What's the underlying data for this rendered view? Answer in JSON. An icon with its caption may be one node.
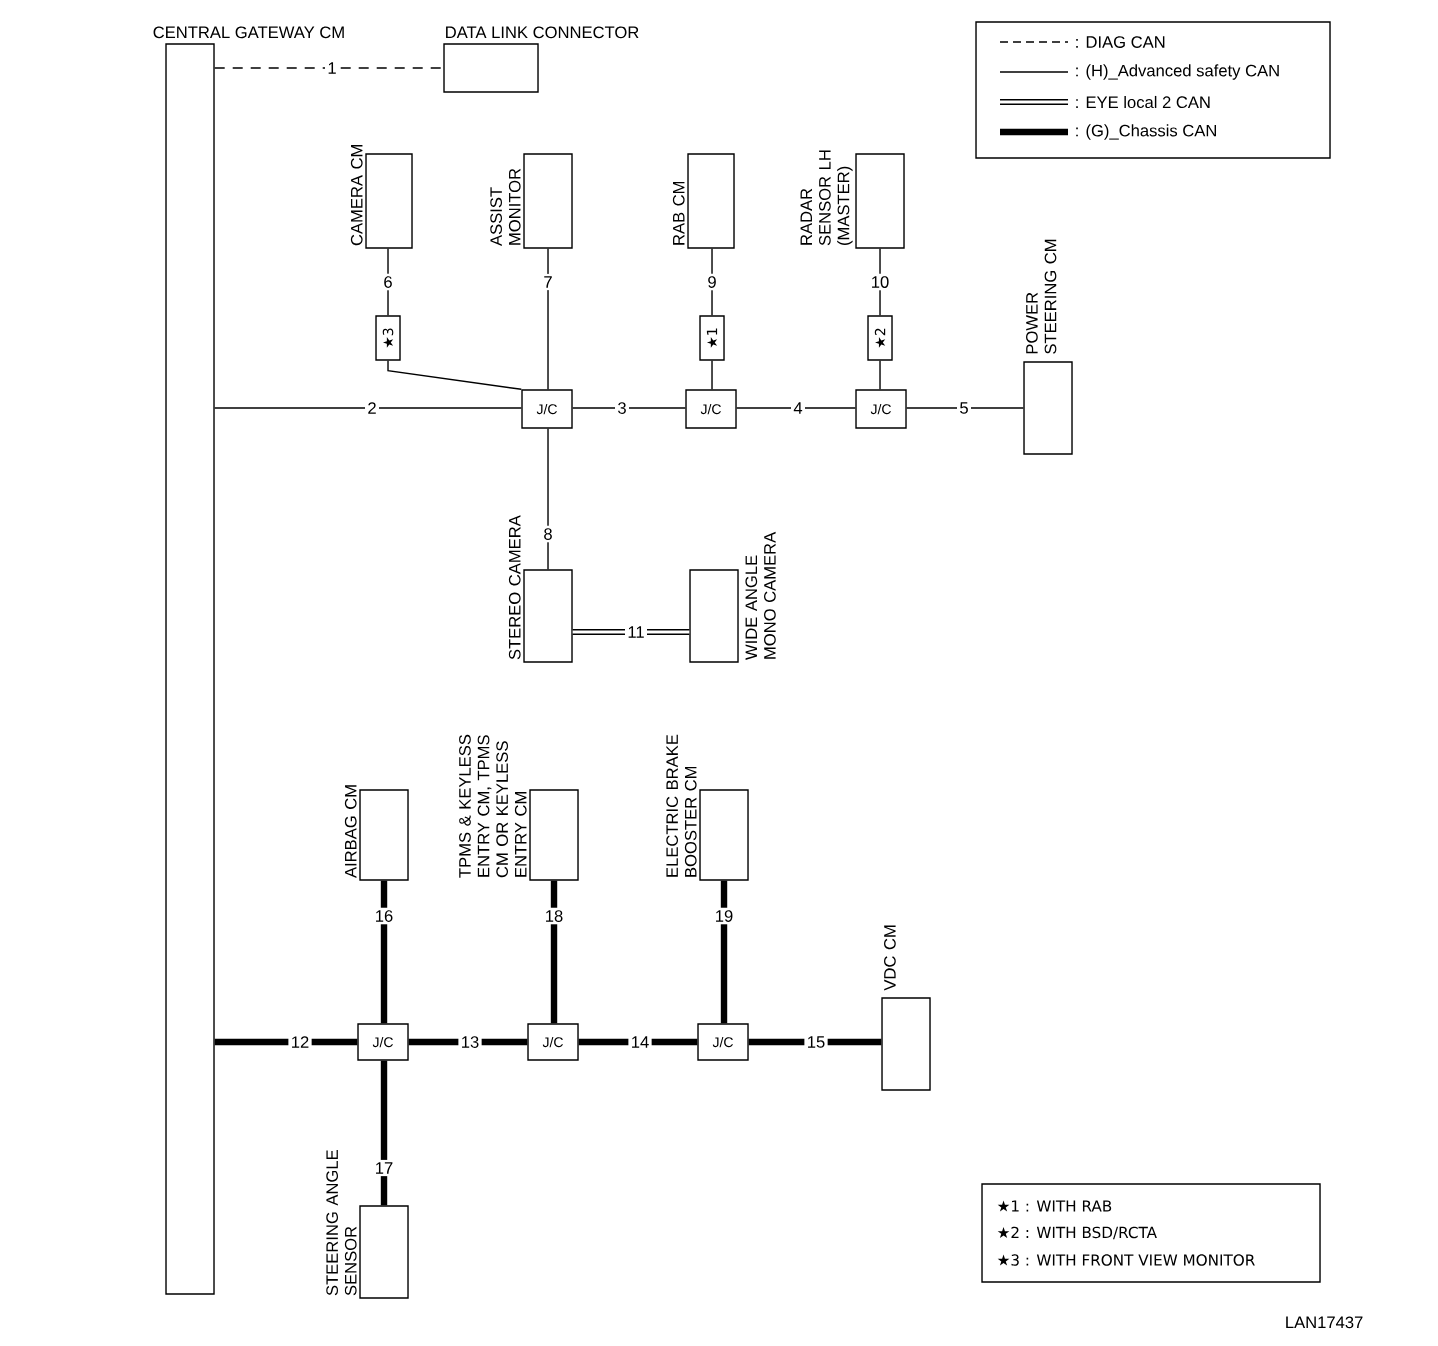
{
  "diagram": {
    "nodes": [
      {
        "text": [
          "CENTRAL GATEWAY CM"
        ]
      },
      {
        "text": [
          "DATA LINK CONNECTOR"
        ]
      },
      {
        "text": [
          "CAMERA CM"
        ]
      },
      {
        "text": [
          "ASSIST MONITOR"
        ]
      },
      {
        "text": [
          "RAB CM"
        ]
      },
      {
        "text": [
          "RADAR SENSOR LH (MASTER)"
        ]
      },
      {
        "text": [
          "POWER STEERING CM"
        ]
      },
      {
        "text": [
          "★3"
        ]
      },
      {
        "text": [
          "★1"
        ]
      },
      {
        "text": [
          "★2"
        ]
      },
      {
        "text": [
          "J/C"
        ]
      },
      {
        "text": [
          "J/C"
        ]
      },
      {
        "text": [
          "J/C"
        ]
      },
      {
        "text": [
          "STEREO CAMERA"
        ]
      },
      {
        "text": [
          "WIDE ANGLE MONO CAMERA"
        ]
      },
      {
        "text": [
          "AIRBAG CM"
        ]
      },
      {
        "text": [
          "TPMS & KEYLESS ENTRY CM, TPMS CM OR KEYLESS ENTRY CM"
        ]
      },
      {
        "text": [
          "ELECTRIC BRAKE BOOSTER CM"
        ]
      },
      {
        "text": [
          "VDC CM"
        ]
      },
      {
        "text": [
          "J/C"
        ]
      },
      {
        "text": [
          "J/C"
        ]
      },
      {
        "text": [
          "J/C"
        ]
      },
      {
        "text": [
          "STEERING ANGLE SENSOR"
        ]
      }
    ],
    "edges": [
      {
        "from": 0,
        "to": 1,
        "arrow": "none",
        "label": "1",
        "style": "dashed"
      },
      {
        "from": 0,
        "to": 10,
        "arrow": "none",
        "label": "2"
      },
      {
        "from": 10,
        "to": 11,
        "arrow": "none",
        "label": "3"
      },
      {
        "from": 11,
        "to": 12,
        "arrow": "none",
        "label": "4"
      },
      {
        "from": 12,
        "to": 6,
        "arrow": "none",
        "label": "5"
      },
      {
        "from": 2,
        "to": 7,
        "arrow": "none",
        "label": "6"
      },
      {
        "from": 7,
        "to": 10,
        "arrow": "none"
      },
      {
        "from": 3,
        "to": 10,
        "arrow": "none",
        "label": "7"
      },
      {
        "from": 4,
        "to": 8,
        "arrow": "none",
        "label": "9"
      },
      {
        "from": 8,
        "to": 11,
        "arrow": "none"
      },
      {
        "from": 5,
        "to": 9,
        "arrow": "none",
        "label": "10"
      },
      {
        "from": 9,
        "to": 12,
        "arrow": "none"
      },
      {
        "from": 10,
        "to": 13,
        "arrow": "none",
        "label": "8"
      },
      {
        "from": 13,
        "to": 14,
        "arrow": "none",
        "label": "11",
        "style": "thick"
      },
      {
        "from": 0,
        "to": 19,
        "arrow": "none",
        "label": "12",
        "style": "thick"
      },
      {
        "from": 19,
        "to": 20,
        "arrow": "none",
        "label": "13",
        "style": "thick"
      },
      {
        "from": 20,
        "to": 21,
        "arrow": "none",
        "label": "14",
        "style": "thick"
      },
      {
        "from": 21,
        "to": 18,
        "arrow": "none",
        "label": "15",
        "style": "thick"
      },
      {
        "from": 15,
        "to": 19,
        "arrow": "none",
        "label": "16",
        "style": "thick"
      },
      {
        "from": 16,
        "to": 20,
        "arrow": "none",
        "label": "18",
        "style": "thick"
      },
      {
        "from": 17,
        "to": 21,
        "arrow": "none",
        "label": "19",
        "style": "thick"
      },
      {
        "from": 19,
        "to": 22,
        "arrow": "none",
        "label": "17",
        "style": "thick"
      }
    ],
    "labels": [
      "★1 : WITH RAB",
      "★2 : WITH BSD/RCTA",
      "★3 : WITH FRONT VIEW MONITOR",
      "LAN17437"
    ],
    "legend": [
      {
        "text": ": DIAG CAN"
      },
      {
        "text": ": (H)_Advanced safety CAN"
      },
      {
        "text": ": EYE local 2 CAN"
      },
      {
        "text": ": (G)_Chassis CAN"
      }
    ]
  }
}
